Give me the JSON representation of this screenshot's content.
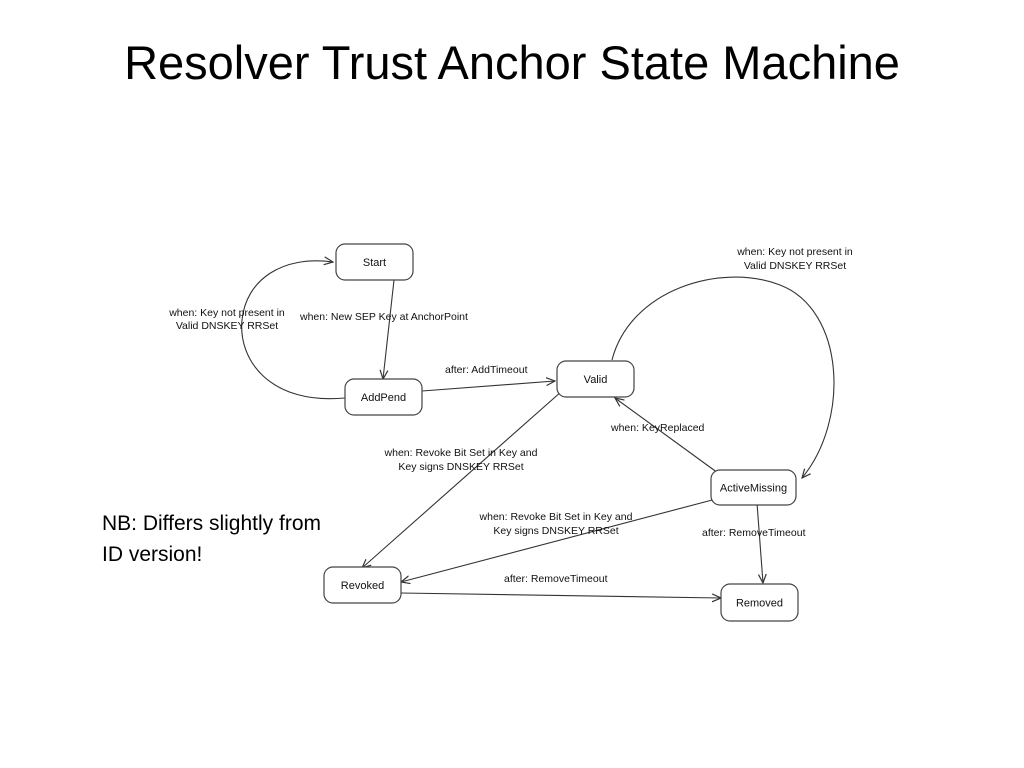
{
  "title": "Resolver Trust Anchor State Machine",
  "note": {
    "line1": "NB: Differs slightly from",
    "line2": "ID version!"
  },
  "states": {
    "start": "Start",
    "addpend": "AddPend",
    "valid": "Valid",
    "activemissing": "ActiveMissing",
    "revoked": "Revoked",
    "removed": "Removed"
  },
  "transitions": {
    "start_self_loop": [
      "when: Key not present in",
      "Valid DNSKEY RRSet"
    ],
    "start_to_addpend": "when: New SEP Key at AnchorPoint",
    "addpend_to_valid": "after: AddTimeout",
    "valid_to_activemissing": [
      "when: Key not present in",
      "Valid DNSKEY RRSet"
    ],
    "activemissing_to_valid": "when: KeyReplaced",
    "valid_to_revoked": [
      "when: Revoke Bit Set in Key and",
      "Key signs DNSKEY RRSet"
    ],
    "activemissing_to_revoked": [
      "when: Revoke Bit Set in Key and",
      "Key signs DNSKEY RRSet"
    ],
    "activemissing_to_removed": "after: RemoveTimeout",
    "revoked_to_removed": "after: RemoveTimeout"
  }
}
